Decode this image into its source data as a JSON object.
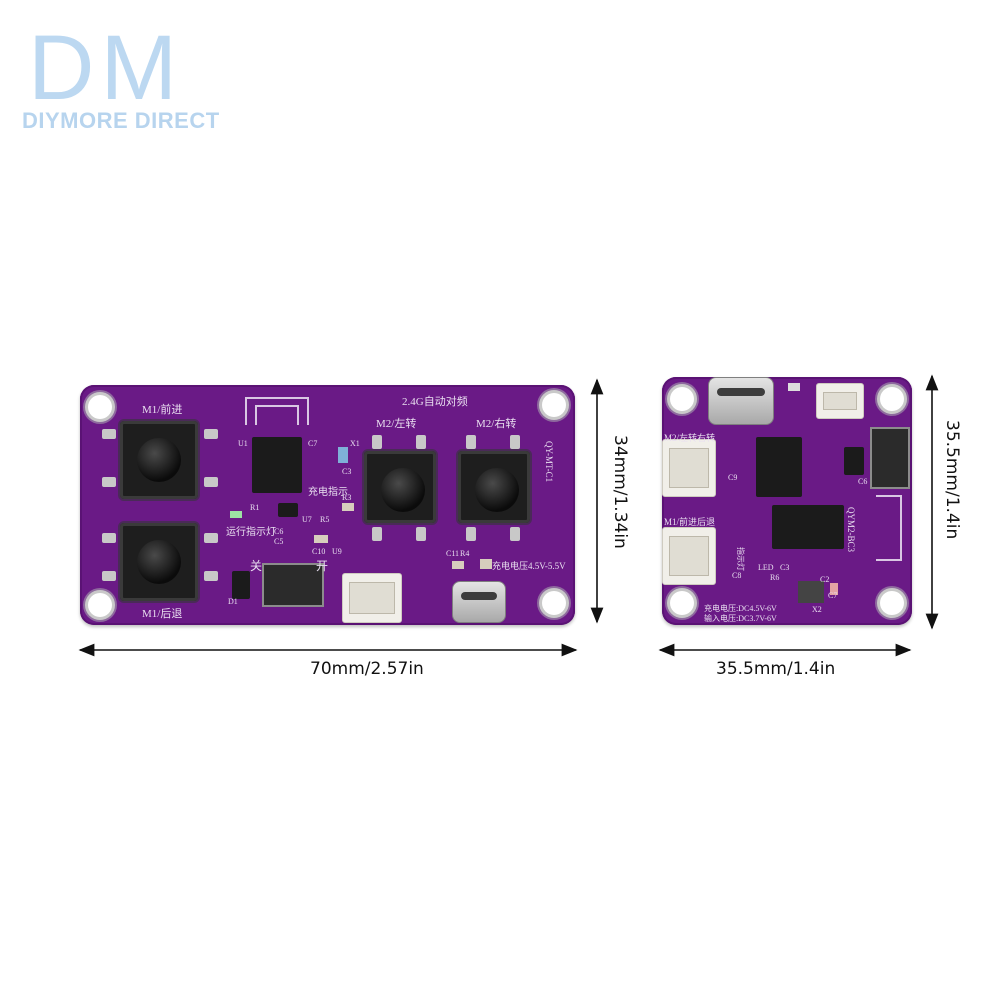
{
  "watermark": {
    "logo": "DM",
    "brand": "DIYMORE DIRECT"
  },
  "board_left": {
    "silk": {
      "m1_forward": "M1/前进",
      "m1_back": "M1/后退",
      "m2_left": "M2/左转",
      "m2_right": "M2/右转",
      "pairing": "2.4G自动对频",
      "charge_indicator": "充电指示",
      "run_indicator": "运行指示灯",
      "charge_voltage": "充电电压4.5V-5.5V",
      "off": "关",
      "on": "开",
      "model": "QY-MT-C1",
      "u1": "U1",
      "r1": "R1",
      "c5": "C5",
      "c6": "C6",
      "c7": "C7",
      "c3": "C3",
      "r3": "R3",
      "u7": "U7",
      "r5": "R5",
      "c10": "C10",
      "u9": "U9",
      "c11": "C11",
      "r4": "R4",
      "d1": "D1",
      "x1": "X1"
    }
  },
  "board_right": {
    "silk": {
      "m2_turn": "M2/左转右转",
      "m1_move": "M1/前进后退",
      "charge_voltage": "充电电压:DC4.5V-6V",
      "input_voltage": "输入电压:DC3.7V-6V",
      "model": "QYM2-BC3",
      "led": "LED",
      "indicator": "指示灯",
      "c3": "C3",
      "r6": "R6",
      "c2": "C2",
      "c7": "C7",
      "x2": "X2",
      "c6": "C6",
      "c9": "C9",
      "c8": "C8"
    }
  },
  "dimensions": {
    "left_width": "70mm/2.57in",
    "left_height": "34mm/1.34in",
    "right_width": "35.5mm/1.4in",
    "right_height": "35.5mm/1.4in"
  }
}
